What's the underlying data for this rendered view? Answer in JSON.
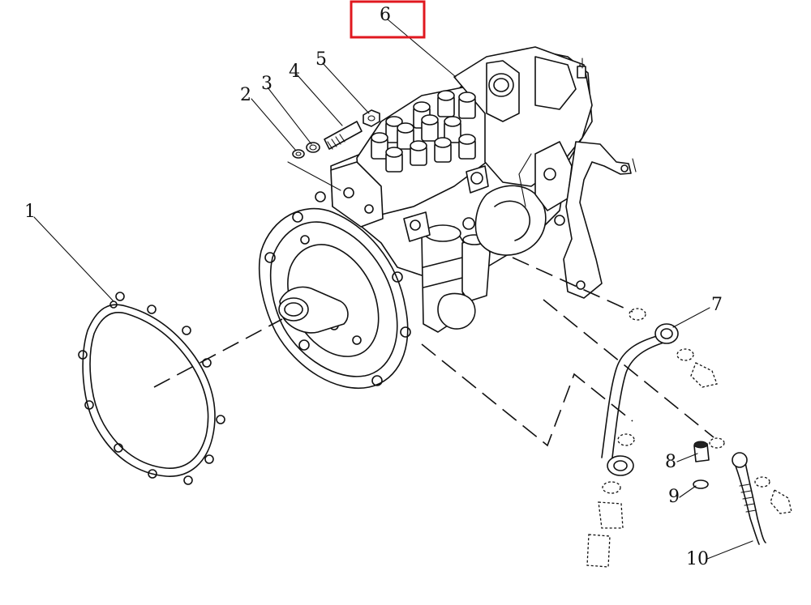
{
  "diagram": {
    "callouts": [
      {
        "id": "1",
        "label": "1"
      },
      {
        "id": "2",
        "label": "2"
      },
      {
        "id": "3",
        "label": "3"
      },
      {
        "id": "4",
        "label": "4"
      },
      {
        "id": "5",
        "label": "5"
      },
      {
        "id": "6",
        "label": "6",
        "highlighted": true
      },
      {
        "id": "7",
        "label": "7"
      },
      {
        "id": "8",
        "label": "8"
      },
      {
        "id": "9",
        "label": "9"
      },
      {
        "id": "10",
        "label": "10"
      }
    ],
    "highlight_color": "#e0181f",
    "line_color": "#111111"
  }
}
